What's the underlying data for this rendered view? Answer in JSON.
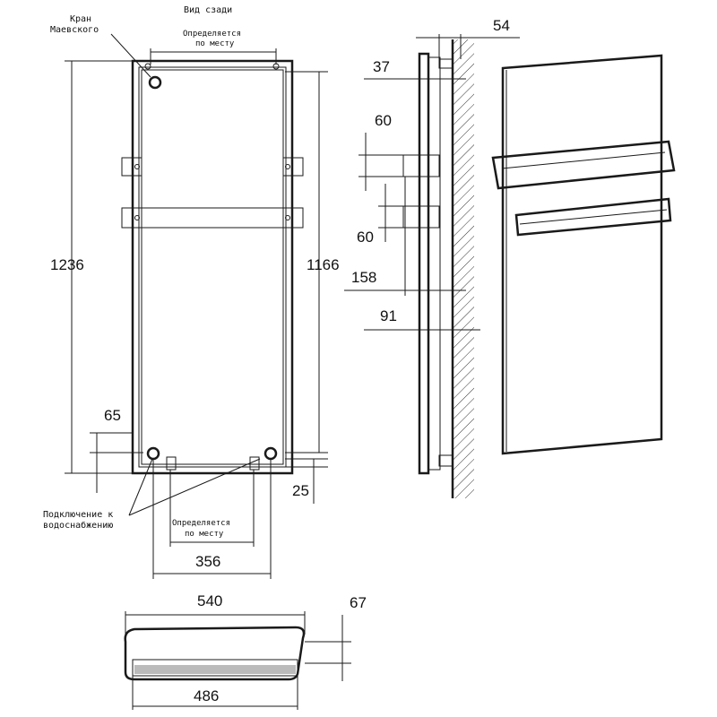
{
  "labels": {
    "rear_view": "Вид сзади",
    "valve_line1": "Кран",
    "valve_line2": "Маевского",
    "site_top_line1": "Определяется",
    "site_top_line2": "по месту",
    "site_bottom_line1": "Определяется",
    "site_bottom_line2": "по месту",
    "connection_line1": "Подключение к",
    "connection_line2": "водоснабжению"
  },
  "dimensions": {
    "height_total": "1236",
    "height_inner": "1166",
    "bottom_offset": "65",
    "bottom_gap": "25",
    "pipe_spacing": "356",
    "depth_total": "54",
    "depth_body": "37",
    "bar_height_upper": "60",
    "bar_height_lower": "60",
    "bar_projection": "158",
    "wall_offset": "91",
    "width_total": "540",
    "width_inner": "486",
    "depth_top": "67"
  }
}
